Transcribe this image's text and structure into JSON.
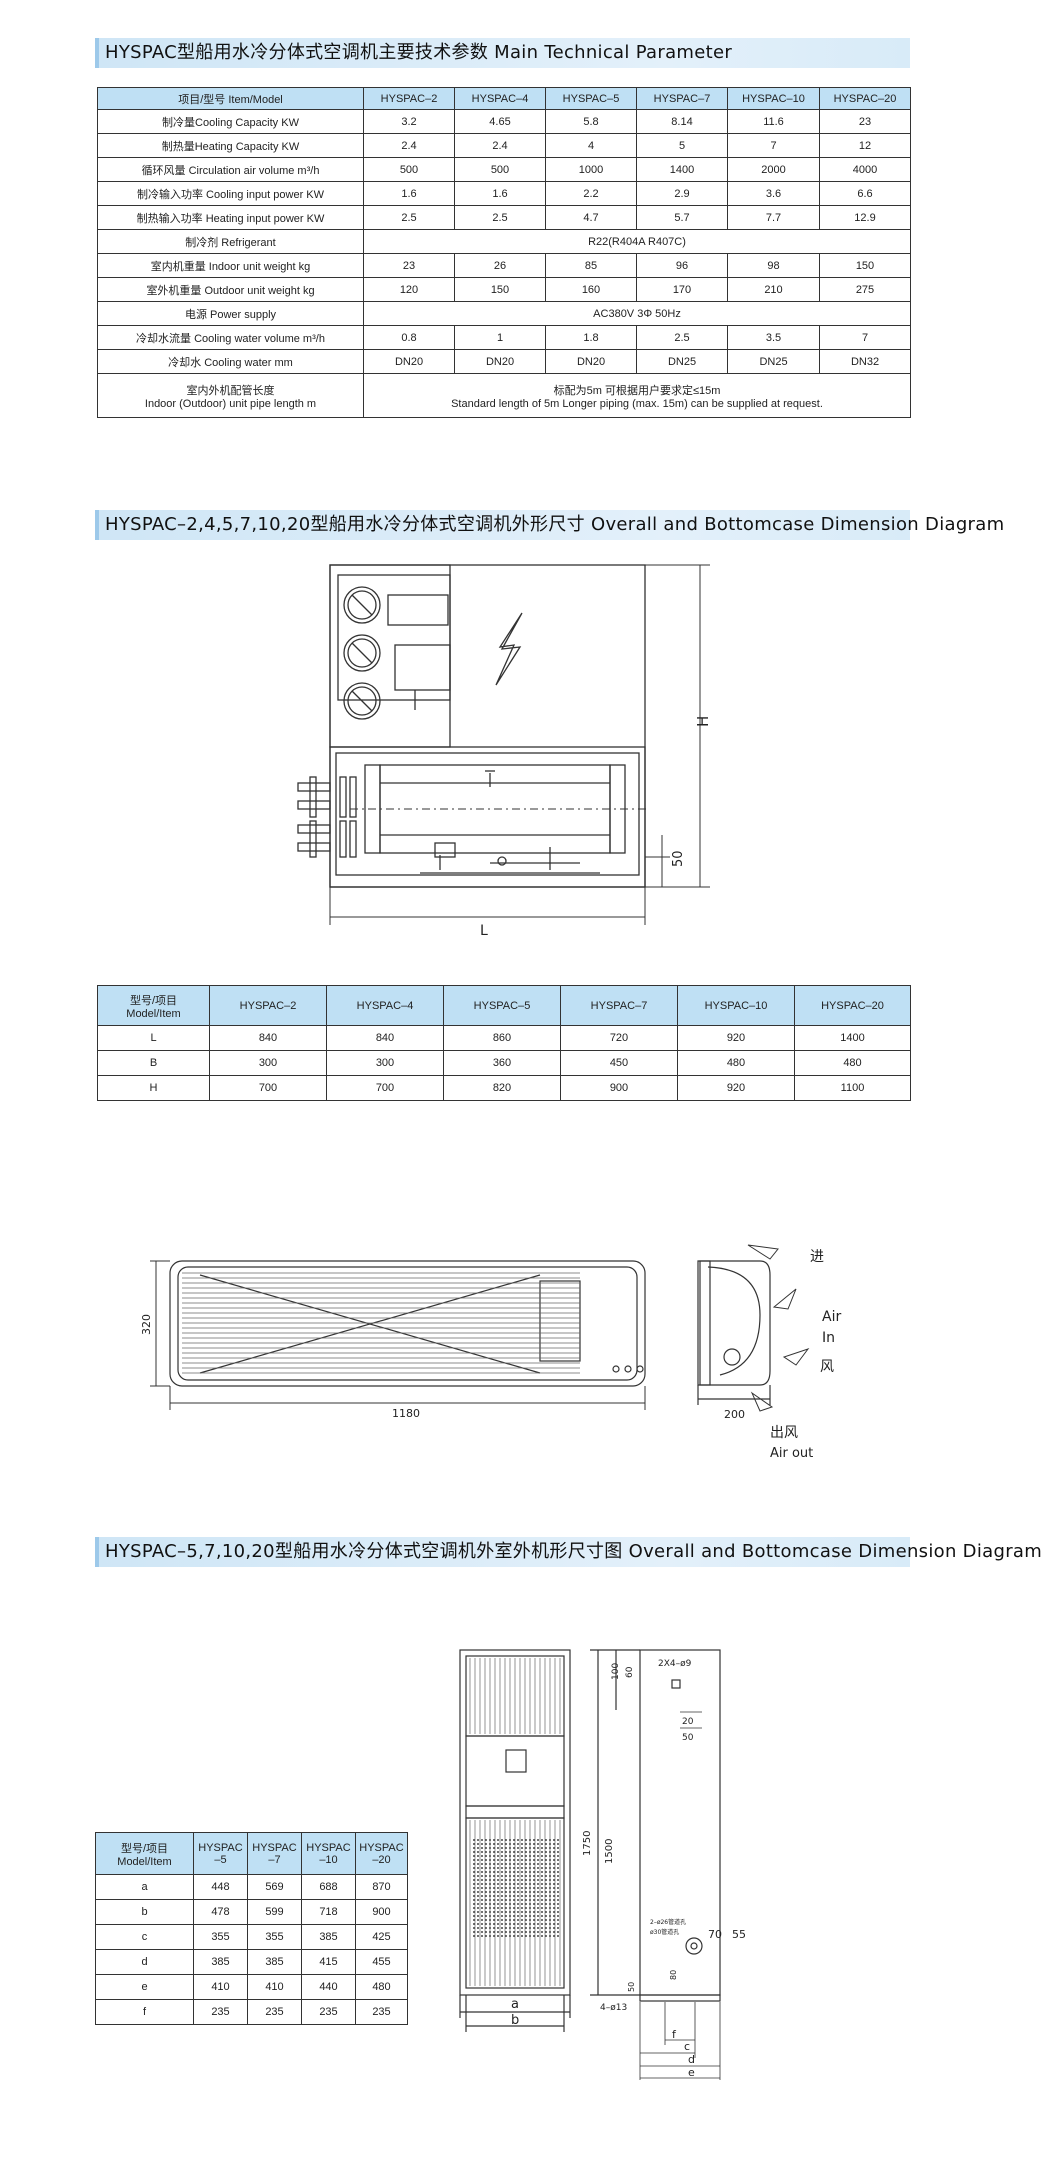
{
  "sec1": {
    "title": "HYSPAC型船用水冷分体式空调机主要技术参数 Main Technical Parameter"
  },
  "params": {
    "header": [
      "项目/型号  Item/Model",
      "HYSPAC–2",
      "HYSPAC–4",
      "HYSPAC–5",
      "HYSPAC–7",
      "HYSPAC–10",
      "HYSPAC–20"
    ],
    "rows": [
      {
        "label": "制冷量Cooling Capacity  KW",
        "values": [
          "3.2",
          "4.65",
          "5.8",
          "8.14",
          "11.6",
          "23"
        ]
      },
      {
        "label": "制热量Heating Capacity   KW",
        "values": [
          "2.4",
          "2.4",
          "4",
          "5",
          "7",
          "12"
        ]
      },
      {
        "label": "循环风量 Circulation air volume m³/h",
        "values": [
          "500",
          "500",
          "1000",
          "1400",
          "2000",
          "4000"
        ]
      },
      {
        "label": "制冷输入功率 Cooling input power KW",
        "values": [
          "1.6",
          "1.6",
          "2.2",
          "2.9",
          "3.6",
          "6.6"
        ]
      },
      {
        "label": "制热输入功率 Heating input power KW",
        "values": [
          "2.5",
          "2.5",
          "4.7",
          "5.7",
          "7.7",
          "12.9"
        ]
      },
      {
        "label": "制冷剂 Refrigerant",
        "merged": "R22(R404A   R407C)"
      },
      {
        "label": "室内机重量 Indoor unit weight kg",
        "values": [
          "23",
          "26",
          "85",
          "96",
          "98",
          "150"
        ]
      },
      {
        "label": "室外机重量 Outdoor unit weight kg",
        "values": [
          "120",
          "150",
          "160",
          "170",
          "210",
          "275"
        ]
      },
      {
        "label": "电源 Power supply",
        "merged": "AC380V   3Φ    50Hz"
      },
      {
        "label": "冷却水流量 Cooling water volume m³/h",
        "values": [
          "0.8",
          "1",
          "1.8",
          "2.5",
          "3.5",
          "7"
        ]
      },
      {
        "label": "冷却水 Cooling water mm",
        "values": [
          "DN20",
          "DN20",
          "DN20",
          "DN25",
          "DN25",
          "DN32"
        ]
      }
    ],
    "pipe": {
      "label1": "室内外机配管长度",
      "label2": "Indoor (Outdoor) unit pipe length m",
      "value1": "标配为5m  可根据用户要求定≤15m",
      "value2": "Standard length of 5m  Longer piping (max. 15m) can  be supplied at request."
    }
  },
  "sec2": {
    "title": "HYSPAC–2,4,5,7,10,20型船用水冷分体式空调机外形尺寸 Overall and Bottomcase Dimension Diagram"
  },
  "diagram1": {
    "h_label": "H",
    "base_label": "50",
    "l_label": "L"
  },
  "dims": {
    "header": [
      "型号/项目 Model/Item",
      "HYSPAC–2",
      "HYSPAC–4",
      "HYSPAC–5",
      "HYSPAC–7",
      "HYSPAC–10",
      "HYSPAC–20"
    ],
    "header_first_line1": "型号/项目",
    "header_first_line2": "Model/Item",
    "rows": [
      {
        "label": "L",
        "values": [
          "840",
          "840",
          "860",
          "720",
          "920",
          "1400"
        ]
      },
      {
        "label": "B",
        "values": [
          "300",
          "300",
          "360",
          "450",
          "480",
          "480"
        ]
      },
      {
        "label": "H",
        "values": [
          "700",
          "700",
          "820",
          "900",
          "920",
          "1100"
        ]
      }
    ]
  },
  "indoor": {
    "width_label": "1180",
    "height_label": "320",
    "depth_label": "200",
    "air_in_cn": "进",
    "air_in_en1": "Air",
    "air_in_en2": "In",
    "air_in_cn2": "风",
    "air_out_cn": "出风",
    "air_out_en": "Air out"
  },
  "sec3": {
    "title": "HYSPAC–5,7,10,20型船用水冷分体式空调机外室外机形尺寸图 Overall and Bottomcase Dimension Diagram"
  },
  "outdoor_table": {
    "header_first_line1": "型号/项目",
    "header_first_line2": "Model/Item",
    "cols": [
      {
        "l1": "HYSPAC",
        "l2": "–5"
      },
      {
        "l1": "HYSPAC",
        "l2": "–7"
      },
      {
        "l1": "HYSPAC",
        "l2": "–10"
      },
      {
        "l1": "HYSPAC",
        "l2": "–20"
      }
    ],
    "rows": [
      {
        "label": "a",
        "values": [
          "448",
          "569",
          "688",
          "870"
        ]
      },
      {
        "label": "b",
        "values": [
          "478",
          "599",
          "718",
          "900"
        ]
      },
      {
        "label": "c",
        "values": [
          "355",
          "355",
          "385",
          "425"
        ]
      },
      {
        "label": "d",
        "values": [
          "385",
          "385",
          "415",
          "455"
        ]
      },
      {
        "label": "e",
        "values": [
          "410",
          "410",
          "440",
          "480"
        ]
      },
      {
        "label": "f",
        "values": [
          "235",
          "235",
          "235",
          "235"
        ]
      }
    ]
  },
  "outdoor_drawing": {
    "a": "a",
    "b": "b",
    "c": "c",
    "d": "d",
    "e": "e",
    "f": "f",
    "holes_top": "2X4–ø9",
    "d100": "100",
    "d60": "60",
    "d20": "20",
    "d50": "50",
    "d1750": "1750",
    "d1500": "1500",
    "d70": "70",
    "d55": "55",
    "d50b": "50",
    "d80": "80",
    "holes_bottom": "4–ø13",
    "note1": "2–ø26管道孔",
    "note2": "ø30管道孔"
  }
}
